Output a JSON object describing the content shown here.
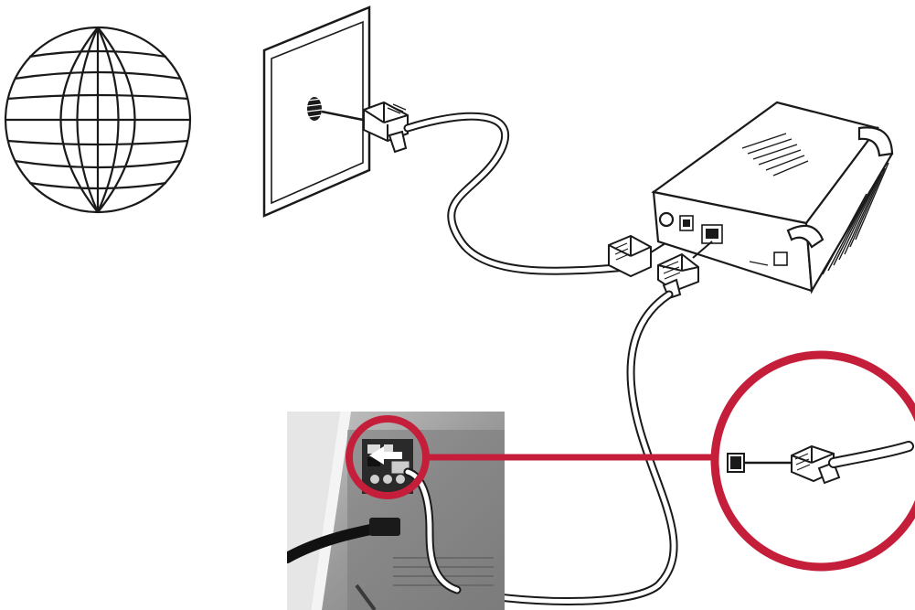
{
  "diagram": {
    "components": [
      {
        "id": "internet",
        "icon": "globe-icon"
      },
      {
        "id": "wall-jack",
        "icon": "phone-wall-jack-icon"
      },
      {
        "id": "modem",
        "icon": "broadband-modem-icon"
      },
      {
        "id": "computer",
        "icon": "computer-back-panel-photo"
      },
      {
        "id": "magnified-connection",
        "icon": "ethernet-plug-callout-icon"
      }
    ],
    "connections": [
      {
        "from": "wall-jack",
        "to": "modem",
        "cable": "phone-cable-icon"
      },
      {
        "from": "modem",
        "to": "computer",
        "cable": "ethernet-cable-icon"
      }
    ],
    "colors": {
      "accent": "#c41e3a",
      "line": "#1a1a1a",
      "cable_fill": "#ffffff",
      "photo_background": "#8f8f8f"
    }
  }
}
